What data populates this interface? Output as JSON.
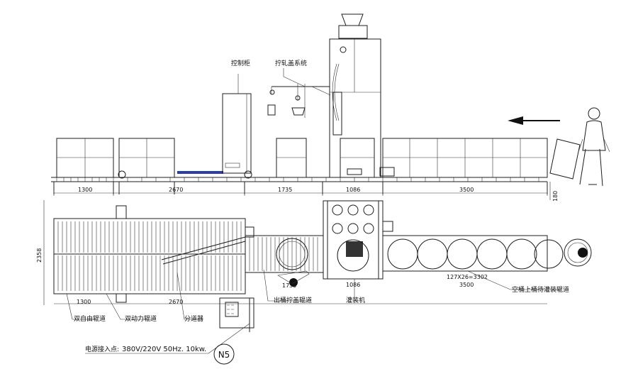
{
  "labels": {
    "control_cabinet": "控制柜",
    "cap_system": "拧轧盖系统",
    "double_free_roller": "双自由辊道",
    "double_power_roller": "双动力辊道",
    "divider": "分道器",
    "out_barrel_roller": "出桶拧盖辊道",
    "filling_machine": "灌装机",
    "empty_barrel_roller": "空桶上桶待灌装辊道"
  },
  "dimensions": {
    "side_1300": "1300",
    "side_2670": "2670",
    "side_1735": "1735",
    "side_1086": "1086",
    "side_3500": "3500",
    "height_180": "180",
    "plan_2358": "2358",
    "plan_1300": "1300",
    "plan_2670": "2670",
    "plan_1735": "1735",
    "plan_1086": "1086",
    "plan_pitch": "127X26=3302",
    "plan_3500": "3500"
  },
  "power": {
    "prefix": "电源接入点:",
    "spec": "380V/220V 50Hz. 10kw."
  },
  "node_tag": "N5"
}
